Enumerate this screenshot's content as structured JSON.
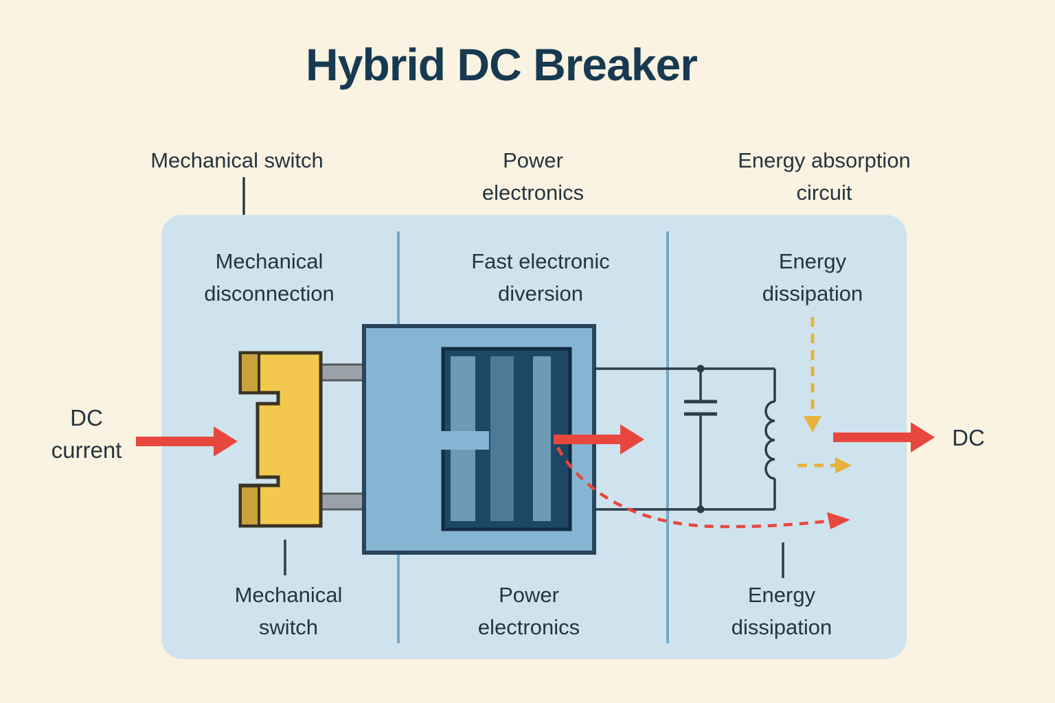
{
  "title": "Hybrid DC Breaker",
  "headers": {
    "mechanical_switch": "Mechanical switch",
    "power_electronics": "Power\nelectronics",
    "energy_absorption": "Energy absorption\ncircuit"
  },
  "sections": [
    {
      "top_label": "Mechanical\ndisconnection",
      "bottom_label": "Mechanical\nswitch"
    },
    {
      "top_label": "Fast electronic\ndiversion",
      "bottom_label": "Power\nelectronics"
    },
    {
      "top_label": "Energy\ndissipation",
      "bottom_label": "Energy\ndissipation"
    }
  ],
  "flow": {
    "input_label": "DC\ncurrent",
    "output_label": "DC"
  },
  "colors": {
    "bg": "#faf3e2",
    "panel": "#cfe3ee",
    "divider": "#66a1c4",
    "title_color": "#173a51",
    "text_color": "#26343f",
    "arrow_red": "#e8473d",
    "dash_yellow": "#e7b13c",
    "wire": "#2c3c49",
    "switch_yellow": "#f2c84e",
    "switch_shade": "#c9a23c",
    "pe_outer": "#86b5d3",
    "pe_inner": "#1e4765"
  }
}
